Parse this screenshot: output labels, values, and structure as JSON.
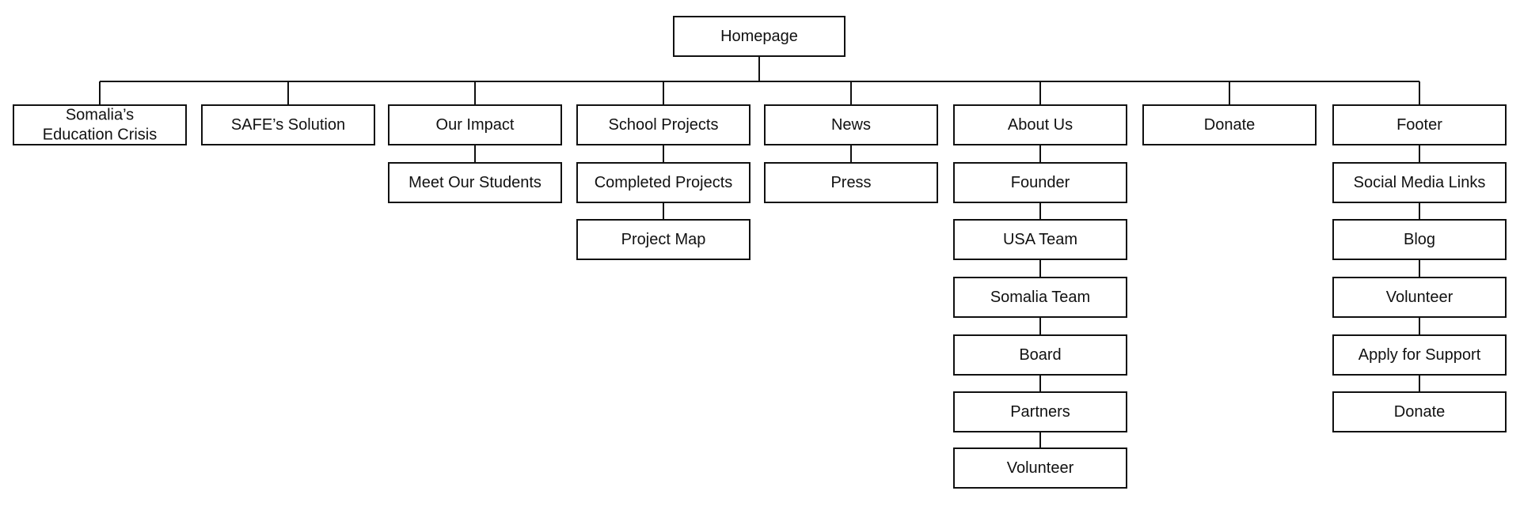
{
  "sitemap": {
    "root": {
      "label": "Homepage"
    },
    "columns": [
      {
        "top": "Somalia’s\nEducation Crisis",
        "children": []
      },
      {
        "top": "SAFE’s Solution",
        "children": []
      },
      {
        "top": "Our Impact",
        "children": [
          "Meet Our Students"
        ]
      },
      {
        "top": "School Projects",
        "children": [
          "Completed Projects",
          "Project Map"
        ]
      },
      {
        "top": "News",
        "children": [
          "Press"
        ]
      },
      {
        "top": "About Us",
        "children": [
          "Founder",
          "USA Team",
          "Somalia Team",
          "Board",
          "Partners",
          "Volunteer"
        ]
      },
      {
        "top": "Donate",
        "children": []
      },
      {
        "top": "Footer",
        "children": [
          "Social Media Links",
          "Blog",
          "Volunteer",
          "Apply for Support",
          "Donate"
        ]
      }
    ]
  }
}
